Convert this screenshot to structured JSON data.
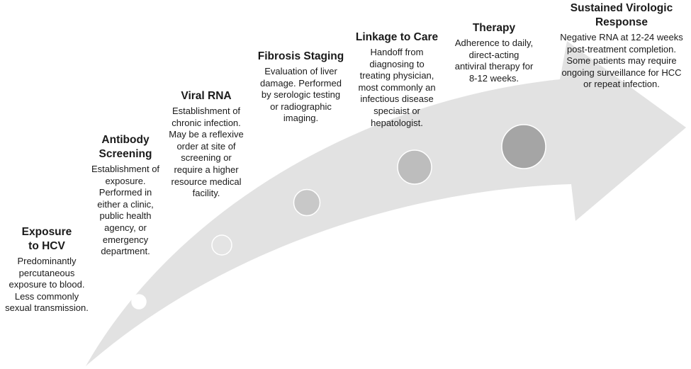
{
  "stages": [
    {
      "title": "Exposure to HCV",
      "title_lines": [
        "Exposure",
        "to HCV"
      ],
      "description_lines": [
        "Predominantly",
        "percutaneous",
        "exposure to blood.",
        "Less commonly",
        "sexual transmission."
      ],
      "marker_color": "#ffffff"
    },
    {
      "title": "Antibody Screening",
      "title_lines": [
        "Antibody",
        "Screening"
      ],
      "description_lines": [
        "Establishment of",
        "exposure.",
        "Performed in",
        "either a clinic,",
        "public health",
        "agency, or",
        "emergency",
        "department."
      ],
      "marker_color": "#e4e4e4"
    },
    {
      "title": "Viral RNA",
      "title_lines": [
        "Viral RNA"
      ],
      "description_lines": [
        "Establishment of",
        "chronic infection.",
        "May be a reflexive",
        "order at site of",
        "screening or",
        "require a higher",
        "resource medical",
        "facility."
      ],
      "marker_color": "#c8c8c8"
    },
    {
      "title": "Fibrosis Staging",
      "title_lines": [
        "Fibrosis Staging"
      ],
      "description_lines": [
        "Evaluation of liver",
        "damage. Performed",
        "by serologic testing",
        "or radiographic",
        "imaging."
      ],
      "marker_color": "#bdbdbd"
    },
    {
      "title": "Linkage to Care",
      "title_lines": [
        "Linkage to Care"
      ],
      "description_lines": [
        "Handoff from",
        "diagnosing to",
        "treating physician,",
        "most commonly an",
        "infectious disease",
        "speciaist or",
        "hepatologist."
      ],
      "marker_color": "#a5a5a5"
    },
    {
      "title": "Therapy",
      "title_lines": [
        "Therapy"
      ],
      "description_lines": [
        "Adherence to daily,",
        "direct-acting",
        "antiviral therapy for",
        "8-12 weeks."
      ],
      "marker_color": "#6e6e6e"
    },
    {
      "title": "Sustained Virologic Response",
      "title_lines": [
        "Sustained Virologic",
        "Response"
      ],
      "description_lines": [
        "Negative RNA at 12-24 weeks",
        "post-treatment completion.",
        "Some patients may require",
        "ongoing surveillance for HCC",
        "or repeat infection."
      ],
      "marker_color": ""
    }
  ],
  "colors": {
    "arrow_fill": "#e2e2e2",
    "marker_stroke": "#ffffff",
    "text": "#1a1a1a"
  }
}
